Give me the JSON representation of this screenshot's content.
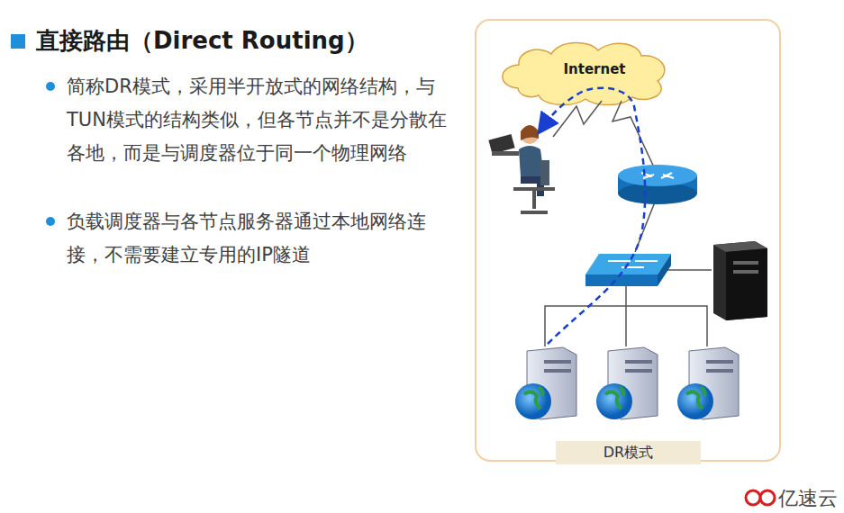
{
  "diagram": {
    "title": "直接路由（Direct Routing）",
    "nodes": [
      {
        "text": [
          "DR模式"
        ]
      },
      {
        "text": [
          "Internet"
        ]
      }
    ],
    "labels": [
      "简称DR模式，采用半开放式的网络结构，与TUN模式的结构类似，但各节点并不是分散在各地，而是与调度器位于同一个物理网络",
      "负载调度器与各节点服务器通过本地网络连接，不需要建立专用的IP隧道",
      "亿速云"
    ]
  }
}
